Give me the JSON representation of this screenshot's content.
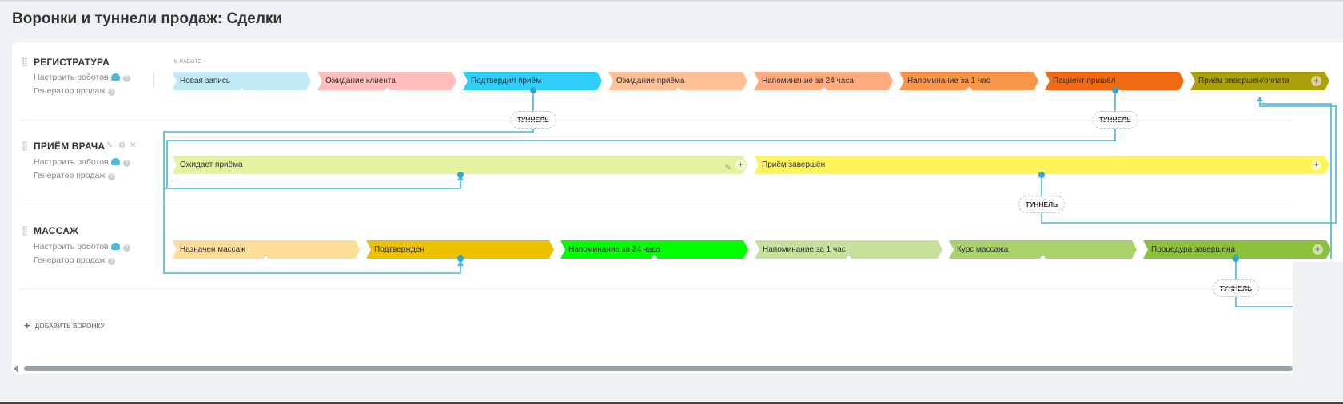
{
  "page": {
    "title": "Воронки и туннели продаж: Сделки"
  },
  "status_label": "В РАБОТЕ",
  "funnels": [
    {
      "name": "РЕГИСТРАТУРА",
      "robots_label": "Настроить роботов",
      "generator_label": "Генератор продаж",
      "stages": [
        {
          "label": "Новая запись",
          "color": "#bfeaf1"
        },
        {
          "label": "Ожидание клиента",
          "color": "#ffbdbd"
        },
        {
          "label": "Подтвердил приём",
          "color": "#30cffa"
        },
        {
          "label": "Ожидание приёма",
          "color": "#ffbf97"
        },
        {
          "label": "Напоминание за 24 часа",
          "color": "#ffab7f"
        },
        {
          "label": "Напоминание за 1 час",
          "color": "#f7954b"
        },
        {
          "label": "Пациент пришёл",
          "color": "#f06a14"
        },
        {
          "label": "Приём завершен/оплата",
          "color": "#aaa00b"
        }
      ]
    },
    {
      "name": "ПРИЁМ ВРАЧА",
      "robots_label": "Настроить роботов",
      "generator_label": "Генератор продаж",
      "stages": [
        {
          "label": "Ожидает приёма",
          "color": "#e3f3a0"
        },
        {
          "label": "Приём завершён",
          "color": "#fff55a"
        }
      ]
    },
    {
      "name": "МАССАЖ",
      "robots_label": "Настроить роботов",
      "generator_label": "Генератор продаж",
      "stages": [
        {
          "label": "Назначен массаж",
          "color": "#ffdd99"
        },
        {
          "label": "Подтвержден",
          "color": "#ecc100"
        },
        {
          "label": "Напоминание за 24 часа",
          "color": "#00ff00"
        },
        {
          "label": "Напоминание за 1 час",
          "color": "#c6e19b"
        },
        {
          "label": "Курс массажа",
          "color": "#a8d36b"
        },
        {
          "label": "Процедура завершена",
          "color": "#8ac23b"
        }
      ]
    }
  ],
  "tunnel_label": "ТУННЕЛЬ",
  "add_funnel_label": "ДОБАВИТЬ ВОРОНКУ",
  "icons": {
    "plus": "+",
    "help": "?",
    "edit": "✎",
    "settings": "⚙",
    "close": "✕"
  },
  "accent_color": "#2fa5cf"
}
